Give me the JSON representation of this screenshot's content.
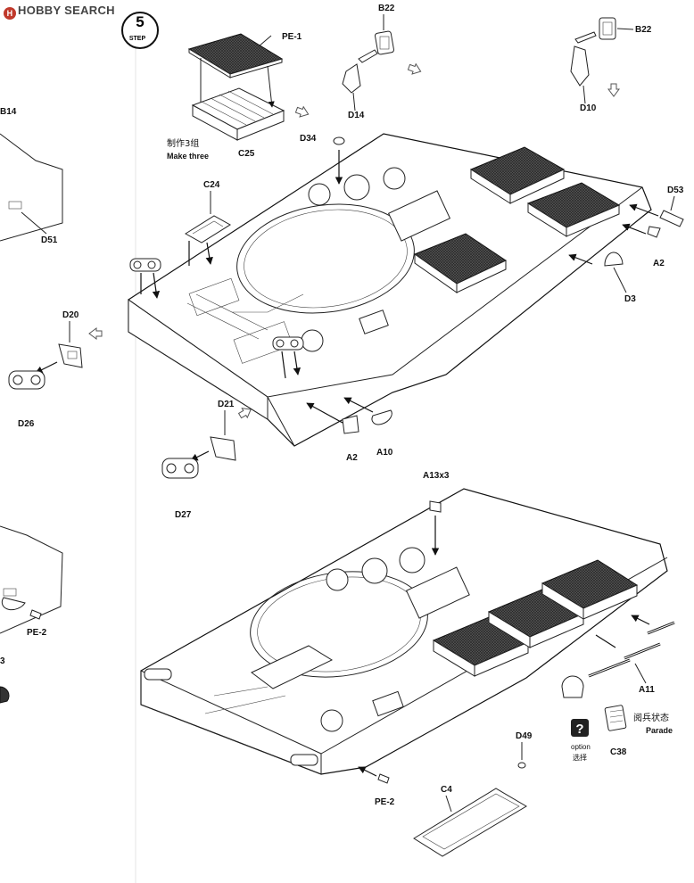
{
  "watermark": {
    "text": "HOBBY SEARCH",
    "logo": "H"
  },
  "step": {
    "word": "STEP",
    "number": "5"
  },
  "labels": {
    "pe1": "PE-1",
    "c25": "C25",
    "make_three_cn": "制作3组",
    "make_three_en": "Make three",
    "b22_top": "B22",
    "b22_right": "B22",
    "d14": "D14",
    "d10": "D10",
    "d34": "D34",
    "c24": "C24",
    "b14": "B14",
    "d51": "D51",
    "d53": "D53",
    "a2_right": "A2",
    "d3": "D3",
    "d20": "D20",
    "d26": "D26",
    "d21": "D21",
    "d27": "D27",
    "a2_bottom": "A2",
    "a10": "A10",
    "a13x3": "A13x3",
    "pe2_left": "PE-2",
    "pe2_center": "PE-2",
    "a11": "A11",
    "option_en": "option",
    "option_cn": "选择",
    "option_mark": "?",
    "c38": "C38",
    "parade_cn": "阅兵状态",
    "parade_en": "Parade",
    "d49": "D49",
    "c4": "C4",
    "edge_3": "3"
  },
  "colors": {
    "ink": "#111111",
    "part_fill": "#ffffff",
    "shade": "#d9d9d9",
    "mesh": "#333333"
  }
}
